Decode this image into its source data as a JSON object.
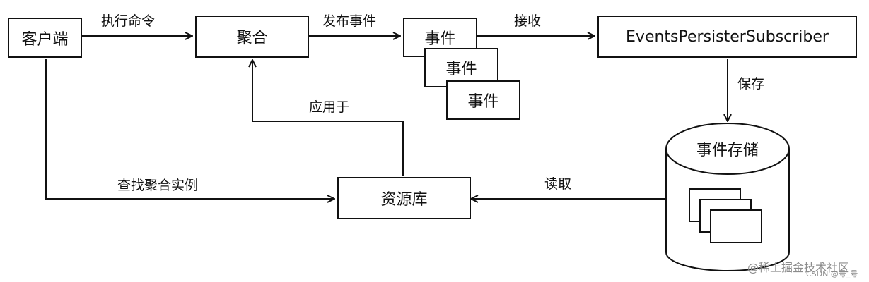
{
  "nodes": {
    "client": "客户端",
    "aggregate": "聚合",
    "event_1": "事件",
    "event_2": "事件",
    "event_3": "事件",
    "subscriber": "EventsPersisterSubscriber",
    "repository": "资源库",
    "event_store": "事件存储"
  },
  "edges": {
    "client_to_aggregate": "执行命令",
    "aggregate_to_events": "发布事件",
    "events_to_subscriber": "接收",
    "subscriber_to_store": "保存",
    "repository_to_aggregate": "应用于",
    "client_to_repository": "查找聚合实例",
    "store_to_repository": "读取"
  },
  "watermark": {
    "line1": "@稀土掘金技术社区",
    "line2": "CSDN @号_号"
  },
  "colors": {
    "stroke": "#111111",
    "background": "#ffffff",
    "watermark": "#8c8c8c"
  }
}
